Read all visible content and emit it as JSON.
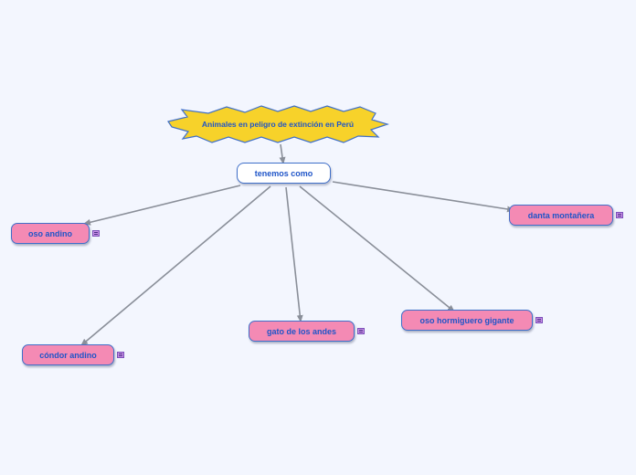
{
  "title": "Animales en peligro de extinción en Perú",
  "connector": "tenemos como",
  "animals": [
    "oso andino",
    "danta montañera",
    "cóndor andino",
    "gato de los andes",
    "oso hormiguero gigante"
  ],
  "colors": {
    "background": "#f3f6fe",
    "star_fill": "#f7d22a",
    "node_fill": "#f48ab4",
    "border": "#3f6fc9",
    "text": "#1f55c8",
    "arrow": "#8a8f99"
  },
  "icons": {
    "note": "note-icon"
  }
}
